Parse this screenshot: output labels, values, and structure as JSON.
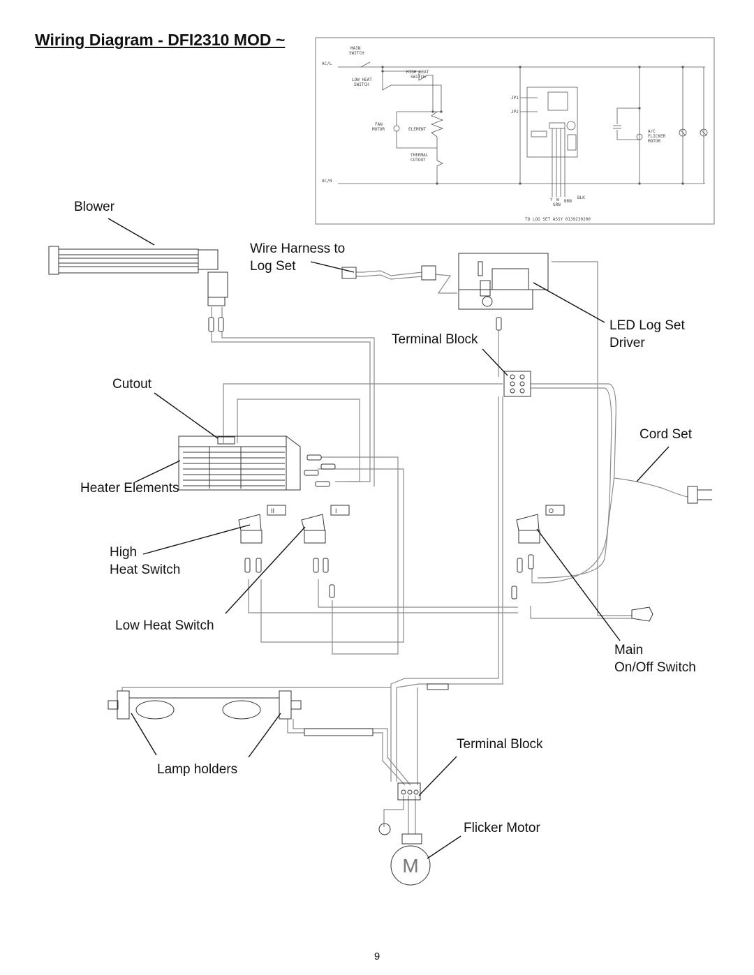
{
  "title": "Wiring Diagram - DFI2310 MOD ~",
  "page_number": "9",
  "labels": {
    "blower": "Blower",
    "wire_harness_1": "Wire Harness to",
    "wire_harness_2": "Log Set",
    "led_driver_1": "LED Log Set",
    "led_driver_2": "Driver",
    "terminal_block_top": "Terminal Block",
    "cutout": "Cutout",
    "cord_set": "Cord Set",
    "heater_elements": "Heater Elements",
    "high_heat_1": "High",
    "high_heat_2": "Heat Switch",
    "low_heat_switch": "Low Heat Switch",
    "main_switch_1": "Main",
    "main_switch_2": "On/Off Switch",
    "terminal_block_bottom": "Terminal Block",
    "lamp_holders": "Lamp holders",
    "flicker_motor": "Flicker Motor"
  },
  "schematic": {
    "main_switch_1": "MAIN",
    "main_switch_2": "SWITCH",
    "ac_l": "AC/L",
    "ac_n": "AC/N",
    "low_heat_1": "LOW HEAT",
    "low_heat_2": "SWITCH",
    "high_heat_1": "HIGH HEAT",
    "high_heat_2": "SWITCH",
    "fan_1": "FAN",
    "fan_2": "MOTOR",
    "element": "ELEMENT",
    "thermal_1": "THERMAL",
    "thermal_2": "CUTOUT",
    "jp1": "JP1",
    "jp2": "JP2",
    "ac_flicker_1": "A/C",
    "ac_flicker_2": "FLICKER",
    "ac_flicker_3": "MOTOR",
    "wire_y": "Y",
    "wire_w": "W",
    "wire_grn": "GRN",
    "wire_brn": "BRN",
    "wire_blk": "BLK",
    "log_set_note": "TO LOG SET ASSY 0139230200"
  },
  "switch_marks": {
    "high": "II",
    "low": "I",
    "main": "O"
  },
  "motor_letter": "M"
}
